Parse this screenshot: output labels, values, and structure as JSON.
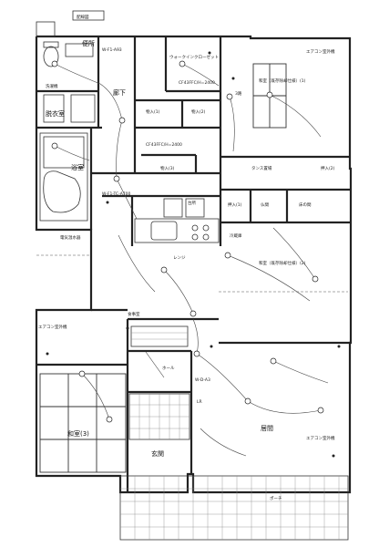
{
  "title_box": "配線図",
  "rooms": {
    "toilet": "便所",
    "walkin_closet": "ウォークインクローゼット",
    "japanese_room_1": "和室（既存除却仕様）(1)",
    "dressing": "脱衣室",
    "hallway": "廊下",
    "storage_1": "物入(1)",
    "storage_2": "物入(2)",
    "storage_3": "物入(3)",
    "bath": "浴室",
    "storage_cabinet": "物入",
    "tansu_storage": "タンス置場",
    "storage_4": "押入(2)",
    "storage_5": "押入(1)",
    "butsuma": "仏間",
    "tokonoma": "床の間",
    "kitchen_label": "台所",
    "japanese_room_2": "和室（既存除却仕様）(2)",
    "dining": "食事室",
    "corridor": "ホール",
    "japanese_room_3": "和室(3)",
    "entrance": "玄関",
    "living": "居間",
    "porch": "ポーチ"
  },
  "fixture_labels": {
    "wf_a": "W-F1-A93",
    "wf_b": "W-F1-TC-A700",
    "wf_c": "W-D-A3",
    "cf_a": "CF43FFC/H=2400",
    "cf_b": "CF43FFC/H=2400",
    "ac_1": "エアコン室外機",
    "ac_2": "エアコン室外機",
    "ac_3": "エアコン室外機",
    "sw_1": "LR",
    "sw_2": "3路",
    "heater": "電気温水器",
    "fridge": "冷蔵庫",
    "range": "レンジ",
    "washer": "洗濯機"
  }
}
